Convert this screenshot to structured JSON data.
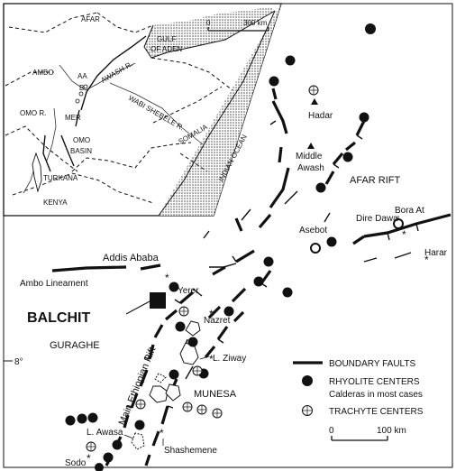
{
  "inset": {
    "labels": {
      "afar": "AFAR",
      "gulf": "GULF",
      "of_aden": "OF ADEN",
      "ambo": "AMBO",
      "aa": "AA",
      "b": "B",
      "awash_r": "AWASH R.",
      "wabi_shebele": "WABI SHEBELE R.",
      "omo_r": "OMO R.",
      "mer": "MER",
      "omo": "OMO",
      "basin": "BASIN",
      "somalia": "SOMALIA",
      "indian_ocean": "INDIAN OCEAN",
      "turkana": "TURKANA",
      "kenya": "KENYA"
    },
    "scale": {
      "zero": "0",
      "max": "300 km"
    }
  },
  "places": {
    "hadar": "Hadar",
    "middle": "Middle",
    "awash": "Awash",
    "afar_rift": "AFAR RIFT",
    "bora_at": "Bora At",
    "dire_dawa": "Dire Dawa",
    "asebot": "Asebot",
    "harar": "Harar",
    "addis_ababa": "Addis Ababa",
    "ambo_lineament": "Ambo Lineament",
    "yerer": "Yerer",
    "balchit": "BALCHIT",
    "nazret": "Nazret",
    "guraghe": "GURAGHE",
    "l_ziway": "L. Ziway",
    "main_rift": "Main Ethiopian Rift",
    "munesa": "MUNESA",
    "l_awasa": "L. Awasa",
    "shashemene": "Shashemene",
    "sodo": "Sodo",
    "latitude": "8°"
  },
  "legend": {
    "faults": "BOUNDARY FAULTS",
    "rhyolite": "RHYOLITE CENTERS",
    "calderas": "Calderas in most cases",
    "trachyte": "TRACHYTE CENTERS",
    "scale_zero": "0",
    "scale_max": "100 km"
  },
  "colors": {
    "ink": "#111111",
    "ocean_hatch": "#555555",
    "paper": "#ffffff"
  }
}
